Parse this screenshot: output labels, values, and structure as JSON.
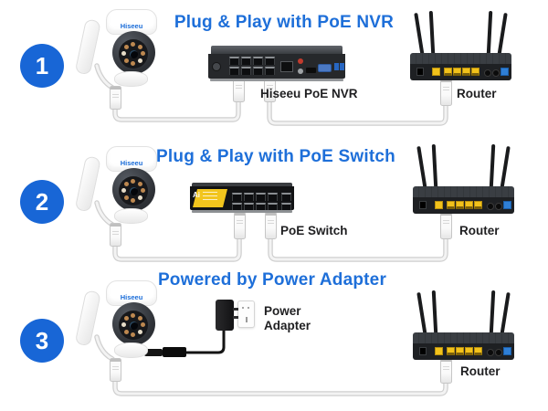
{
  "colors": {
    "background": "#ffffff",
    "accent_blue_title": "#1e6fd9",
    "badge_blue": "#1866d6",
    "label_text": "#1f1f21",
    "cable_white": "#efefef",
    "power_cable_black": "#141414",
    "device_dark": "#222428",
    "poe_switch_yellow": "#f2c51d",
    "router_port_yellow": "#f2c21b",
    "router_port_blue": "#2f7fd6",
    "nvr_vga_blue": "#4b79c4"
  },
  "brand": {
    "camera_logo": "Hiseeu",
    "switch_logo": "Ai"
  },
  "sections": [
    {
      "number": "1",
      "title": "Plug & Play with PoE NVR",
      "device_label": "Hiseeu PoE NVR",
      "router_label": "Router"
    },
    {
      "number": "2",
      "title": "Plug & Play with PoE Switch",
      "device_label": "PoE Switch",
      "router_label": "Router"
    },
    {
      "number": "3",
      "title": "Powered by Power Adapter",
      "device_label": "Power Adapter",
      "router_label": "Router"
    }
  ]
}
